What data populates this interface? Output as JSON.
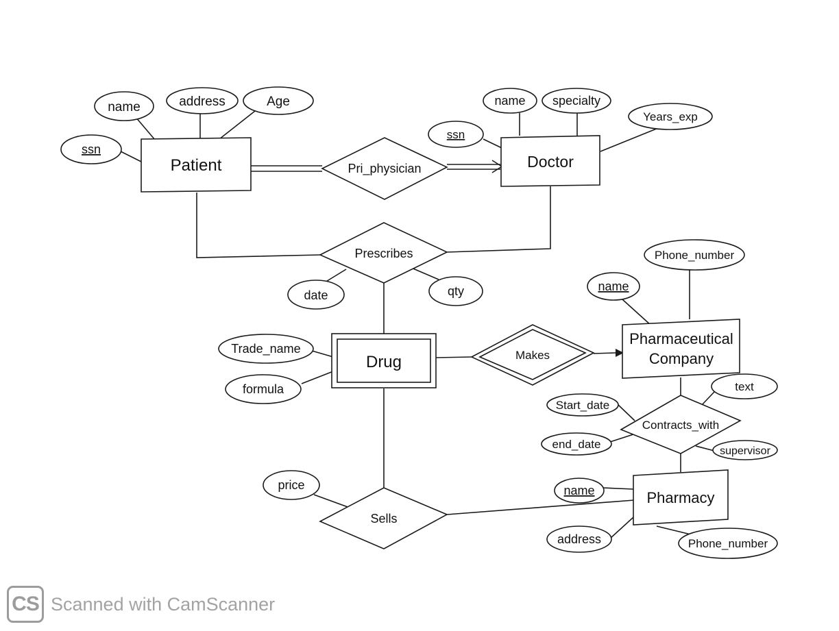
{
  "entities": {
    "patient": "Patient",
    "doctor": "Doctor",
    "drug": "Drug",
    "pharma_company_line1": "Pharmaceutical",
    "pharma_company_line2": "Company",
    "pharmacy": "Pharmacy"
  },
  "relationships": {
    "pri_physician": "Pri_physician",
    "prescribes": "Prescribes",
    "makes": "Makes",
    "contracts_with": "Contracts_with",
    "sells": "Sells"
  },
  "attributes": {
    "patient_ssn": "ssn",
    "patient_name": "name",
    "patient_address": "address",
    "patient_age": "Age",
    "doctor_ssn": "ssn",
    "doctor_name": "name",
    "doctor_specialty": "specialty",
    "doctor_years_exp": "Years_exp",
    "prescribes_date": "date",
    "prescribes_qty": "qty",
    "drug_trade_name": "Trade_name",
    "drug_formula": "formula",
    "company_name": "name",
    "company_phone": "Phone_number",
    "contract_start_date": "Start_date",
    "contract_end_date": "end_date",
    "contract_text": "text",
    "contract_supervisor": "supervisor",
    "sells_price": "price",
    "pharmacy_name": "name",
    "pharmacy_address": "address",
    "pharmacy_phone": "Phone_number"
  },
  "watermark": {
    "logo": "CS",
    "text": "Scanned with CamScanner"
  }
}
